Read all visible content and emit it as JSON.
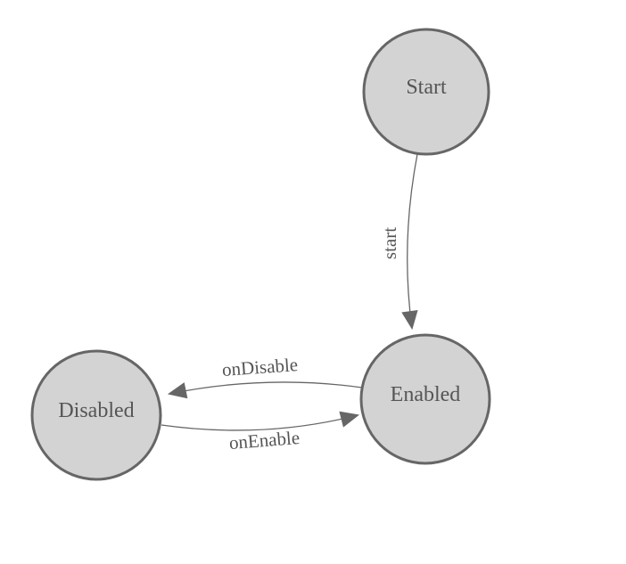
{
  "diagram": {
    "title": "state-machine-graph",
    "nodes": [
      {
        "id": "start",
        "label": "Start"
      },
      {
        "id": "enabled",
        "label": "Enabled"
      },
      {
        "id": "disabled",
        "label": "Disabled"
      }
    ],
    "edges": [
      {
        "id": "start-transition",
        "label": "start",
        "from": "Start",
        "to": "Enabled"
      },
      {
        "id": "on-disable",
        "label": "onDisable",
        "from": "Enabled",
        "to": "Disabled"
      },
      {
        "id": "on-enable",
        "label": "onEnable",
        "from": "Disabled",
        "to": "Enabled"
      }
    ]
  },
  "colors": {
    "background": "#ffffff",
    "node_fill": "#d3d3d3",
    "node_stroke": "#666666",
    "edge_stroke": "#666666",
    "arrow_fill": "#666666",
    "label_text": "#555555"
  }
}
